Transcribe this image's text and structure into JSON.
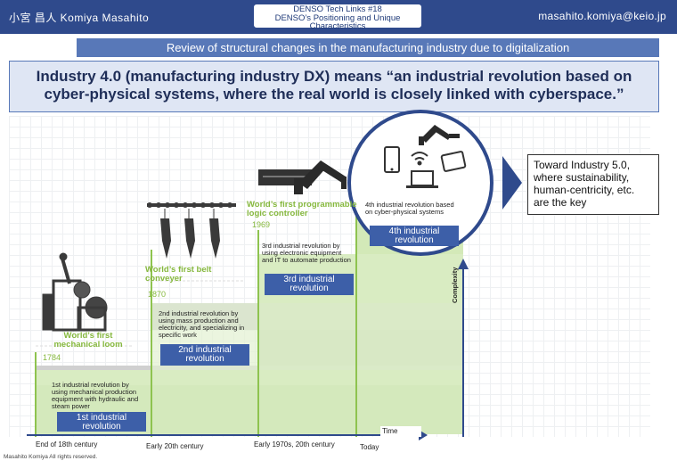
{
  "header": {
    "author_left": "小宮 昌人 Komiya Masahito",
    "title_lines": [
      "DENSO Tech Links #18",
      "DENSO’s Positioning and Unique",
      "Characteristics"
    ],
    "email": "masahito.komiya@keio.jp"
  },
  "subtitle": "Review of structural changes in the manufacturing industry due to digitalization",
  "headline_lines": [
    "Industry 4.0 (manufacturing industry DX) means “an industrial revolution based on",
    "cyber-physical systems, where the real world is closely linked with cyberspace.”"
  ],
  "milestones": [
    {
      "label_lines": [
        "World’s first",
        "mechanical loom"
      ],
      "year": "1784"
    },
    {
      "label_lines": [
        "World’s first belt",
        "conveyer"
      ],
      "year": "1870"
    },
    {
      "label_lines": [
        "World’s first programmable",
        "logic controller"
      ],
      "year": "1969"
    }
  ],
  "revolutions": [
    {
      "desc_lines": [
        "1st industrial revolution by",
        "using mechanical production",
        "equipment with hydraulic and",
        "steam power"
      ],
      "box_lines": [
        "1st industrial",
        "revolution"
      ]
    },
    {
      "desc_lines": [
        "2nd industrial revolution by",
        "using mass production and",
        "electricity, and specializing in",
        "specific work"
      ],
      "box_lines": [
        "2nd industrial",
        "revolution"
      ]
    },
    {
      "desc_lines": [
        "3rd industrial revolution by",
        "using electronic equipment",
        "and IT to automate production"
      ],
      "box_lines": [
        "3rd industrial",
        "revolution"
      ]
    },
    {
      "desc_lines": [
        "4th industrial revolution based",
        "on cyber-physical systems"
      ],
      "box_lines": [
        "4th industrial",
        "revolution"
      ]
    }
  ],
  "x_labels": [
    "End of 18th century",
    "Early 20th century",
    "Early 1970s, 20th century",
    "Today"
  ],
  "axis": {
    "time": "Time",
    "complexity": "Complexity"
  },
  "future_lines": [
    "Toward Industry 5.0,",
    "where sustainability,",
    "human-centricity, etc.",
    "are the key"
  ],
  "footer": "Masahito Komiya All rights reserved.",
  "colors": {
    "navy": "#2f4a8c",
    "accent_blue": "#3d5fa8",
    "green": "#86b83e",
    "light_green": "#d7ebc0",
    "gray_band": "#c6c6c6"
  }
}
